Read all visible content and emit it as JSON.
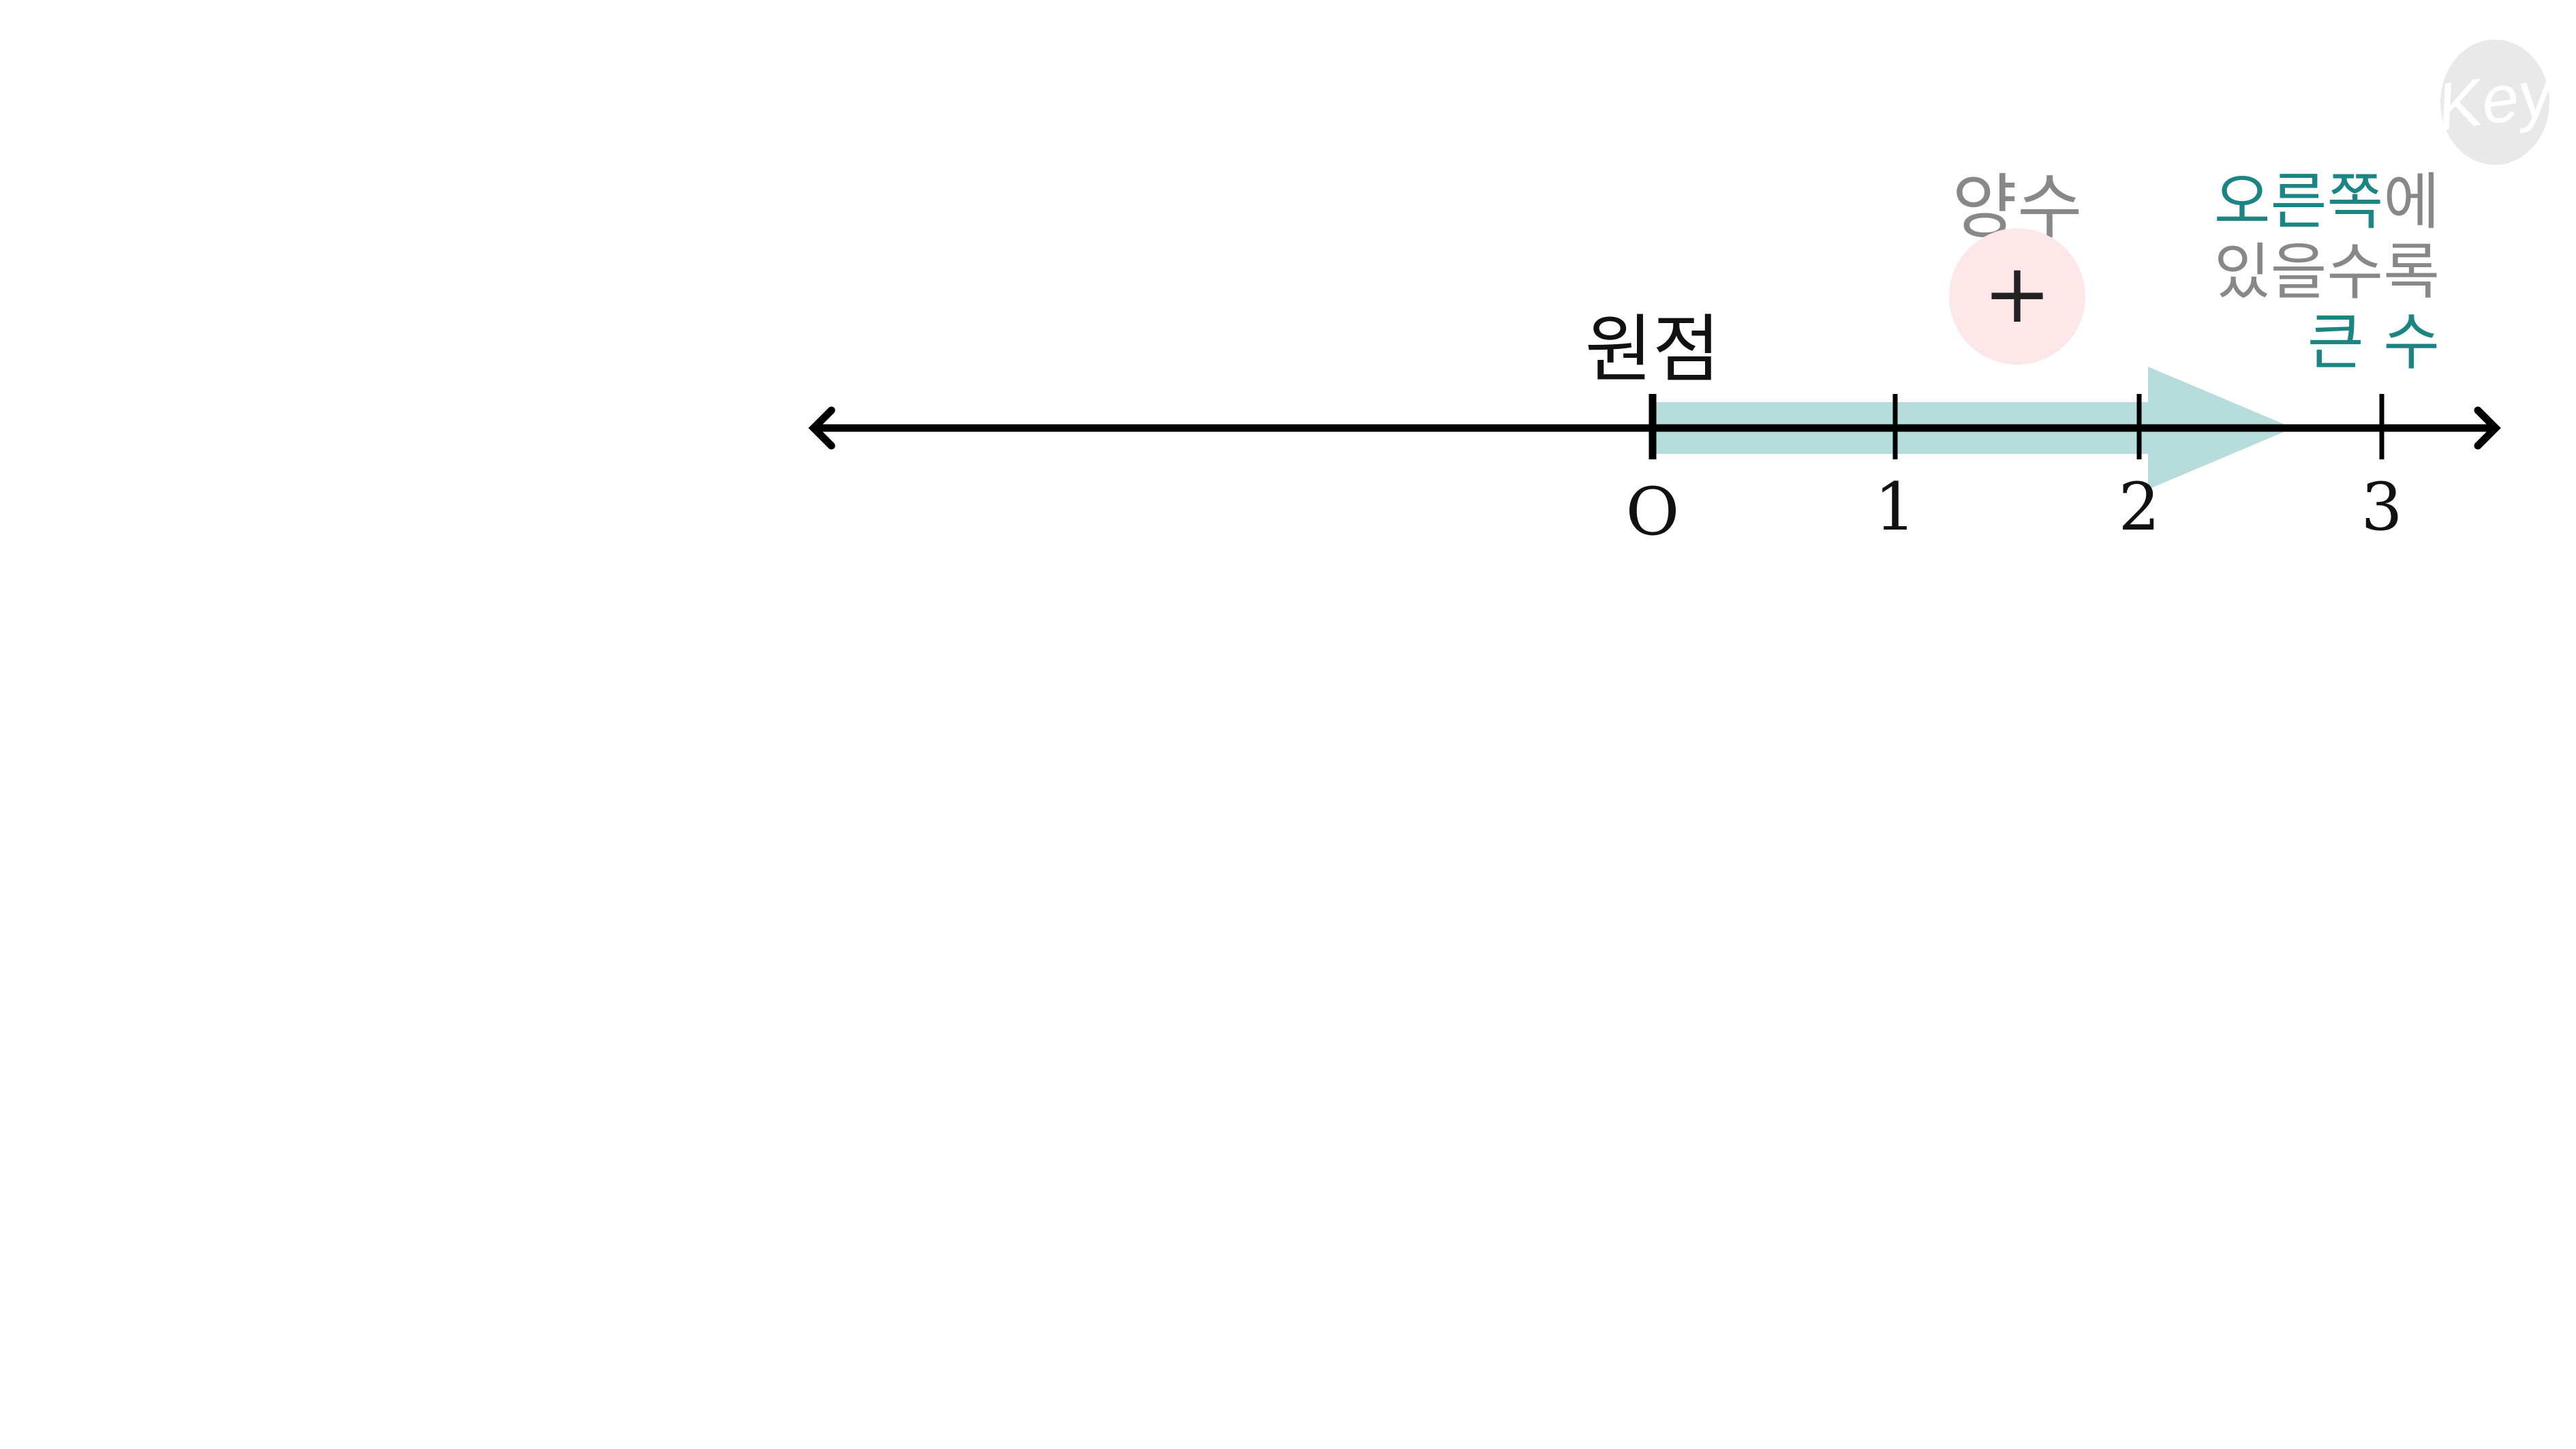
{
  "colors": {
    "axis": "#000000",
    "positive_arrow": "#b6dcdb",
    "accent_teal": "#1a8583",
    "gray_text": "#888888",
    "plus_circle": "#fde7e8",
    "logo_bg": "#e9e9e9"
  },
  "number_line": {
    "ticks": [
      {
        "value": 0,
        "label": "O"
      },
      {
        "value": 1,
        "label": "1"
      },
      {
        "value": 2,
        "label": "2"
      },
      {
        "value": 3,
        "label": "3"
      }
    ],
    "origin_label": "원점"
  },
  "positive": {
    "label": "양수",
    "sign": "+"
  },
  "note": {
    "line1_accent": "오른쪽",
    "line1_rest": "에",
    "line2": "있을수록",
    "line3": "큰 수"
  },
  "logo": {
    "text": "Key",
    "icon": "key-logo-icon"
  }
}
